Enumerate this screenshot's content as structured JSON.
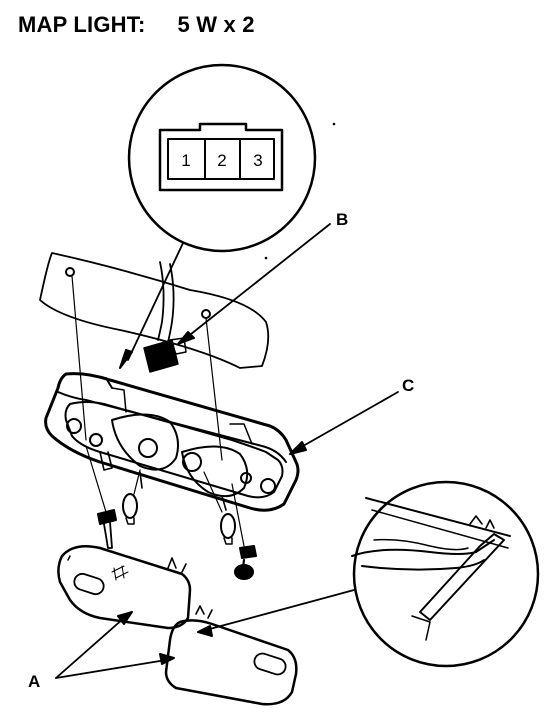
{
  "header": {
    "title": "MAP LIGHT:",
    "spec": "5 W x 2"
  },
  "connector": {
    "pins": [
      "1",
      "2",
      "3"
    ]
  },
  "callouts": {
    "a": "A",
    "b": "B",
    "c": "C"
  },
  "colors": {
    "ink": "#000000",
    "background": "#ffffff"
  }
}
